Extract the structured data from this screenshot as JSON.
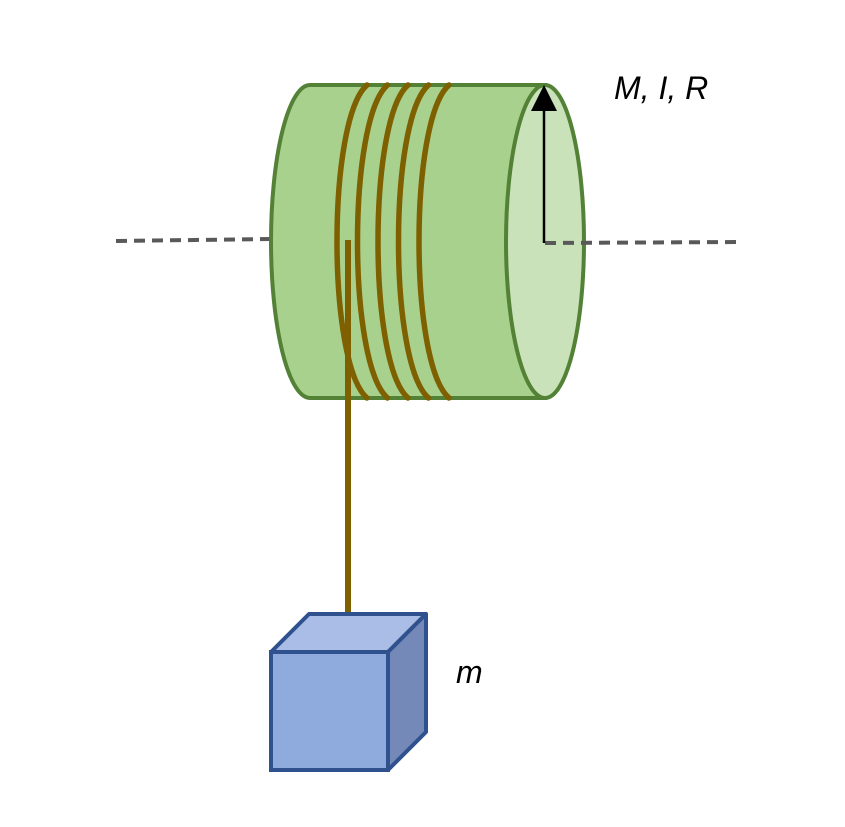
{
  "labels": {
    "cylinder": "M, I, R",
    "mass": "m"
  },
  "colors": {
    "cylinder_body_fill": "#a9d18e",
    "cylinder_face_fill": "#c9e2b9",
    "cylinder_stroke": "#538135",
    "rope": "#7f6000",
    "block_front": "#8faadc",
    "block_top": "#a9bde6",
    "block_side": "#7589b8",
    "block_stroke": "#2f528f",
    "axis_dashes": "#595959",
    "radius_arrow": "#000000"
  },
  "rope_turns": 5
}
